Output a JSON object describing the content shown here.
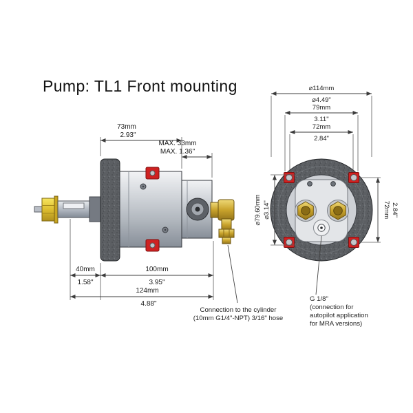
{
  "title": "Pump: TL1 Front mounting",
  "side": {
    "dim73": {
      "mm": "73mm",
      "in": "2.93\""
    },
    "max33": {
      "mm": "MAX. 33mm",
      "in": "MAX. 1.36\""
    },
    "dim40": {
      "mm": "40mm",
      "in": "1.58\""
    },
    "dim100": {
      "mm": "100mm",
      "in": "3.95\""
    },
    "dim124": {
      "mm": "124mm",
      "in": "4.88\""
    },
    "cylinder_note": {
      "line1": "Connection to the cylinder",
      "line2": "(10mm G1/4\"-NPT) 3/16\" hose"
    }
  },
  "front": {
    "dia114": {
      "mm": "⌀114mm",
      "in": "⌀4.49\""
    },
    "dim79": {
      "mm": "79mm",
      "in": "3.11\""
    },
    "dim72h": {
      "mm": "72mm",
      "in": "2.84\""
    },
    "dia7960": {
      "mm": "⌀79.60mm",
      "in": "⌀3.14\""
    },
    "dim72v": {
      "mm": "72mm",
      "in": "2.84\""
    },
    "autopilot_note": {
      "line1": "G 1/8\"",
      "line2": "(connection for",
      "line3": "autopilot application",
      "line4": "for MRA versions)"
    }
  },
  "colors": {
    "background": "#ffffff",
    "line": "#3c3c3c",
    "clip_red": "#cf2121",
    "brass": "#c9a32c",
    "nut_yellow": "#dcbd2f",
    "cast_gray": "#5c5f63",
    "body_gray": "#c6cad0"
  }
}
